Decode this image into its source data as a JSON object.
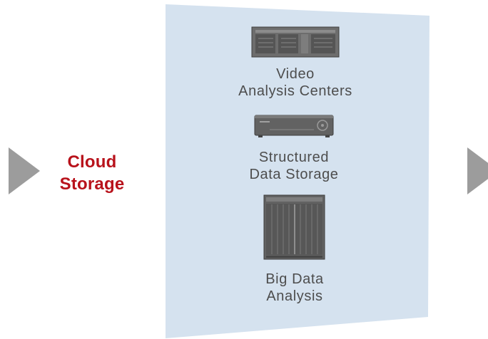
{
  "colors": {
    "panel": "#d5e2ef",
    "arrow": "#9c9c9c",
    "title": "#b8121b",
    "label": "#4d4d4d",
    "device": "#5f5f5f"
  },
  "icons": {
    "left_arrow": "right-pointing-triangle",
    "right_arrow": "right-pointing-triangle",
    "video_device": "rack-server",
    "structured_device": "network-recorder",
    "bigdata_device": "chassis-server"
  },
  "cloud_storage": {
    "line1": "Cloud",
    "line2": "Storage"
  },
  "items": [
    {
      "line1": "Video",
      "line2": "Analysis Centers"
    },
    {
      "line1": "Structured",
      "line2": "Data Storage"
    },
    {
      "line1": "Big Data",
      "line2": "Analysis"
    }
  ]
}
